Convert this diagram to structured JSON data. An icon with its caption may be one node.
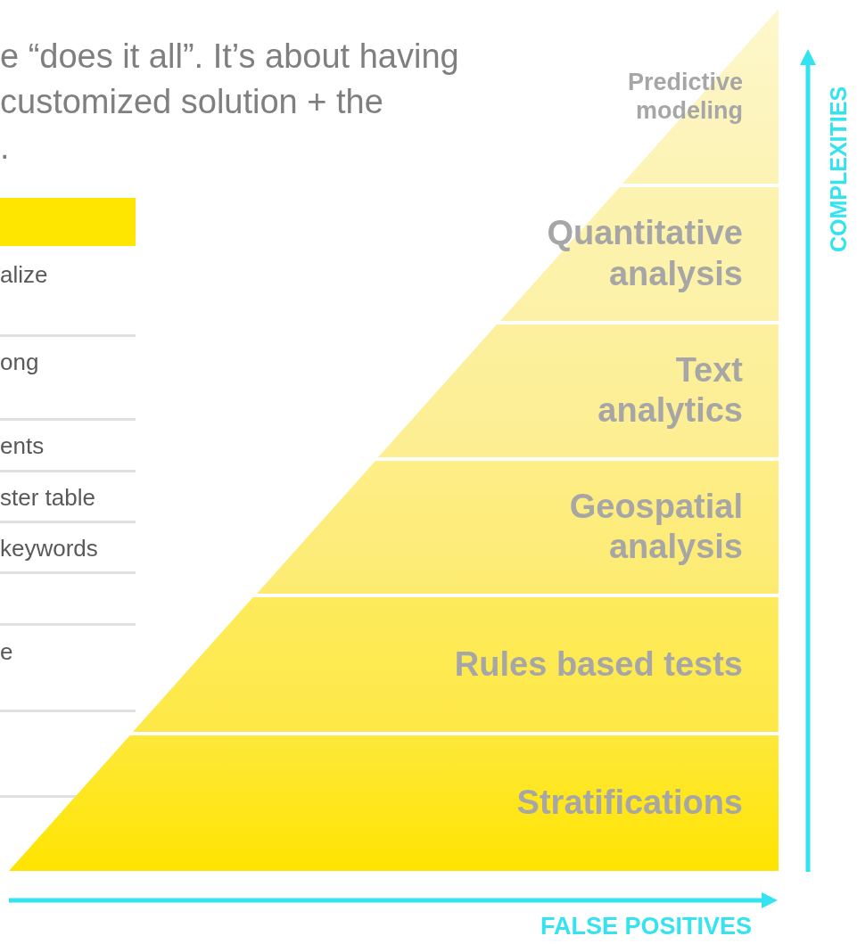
{
  "diagram": {
    "nodes": [
      {
        "text": [
          "Predictive modeling"
        ]
      },
      {
        "text": [
          "Quantitative analysis"
        ]
      },
      {
        "text": [
          "Text analytics"
        ]
      },
      {
        "text": [
          "Geospatial analysis"
        ]
      },
      {
        "text": [
          "Rules based tests"
        ]
      },
      {
        "text": [
          "Stratifications"
        ]
      }
    ],
    "labels": [
      "e “does it all”. It’s about having",
      "customized solution + the",
      ".",
      "alize",
      "ong",
      "ents",
      "ster table",
      "keywords",
      "e",
      "COMPLEXITIES",
      "FALSE POSITIVES"
    ]
  }
}
